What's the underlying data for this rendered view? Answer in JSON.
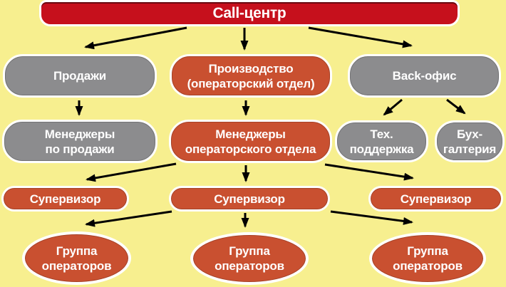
{
  "colors": {
    "background": "#f7ef8f",
    "red": "#c6101c",
    "orange": "#c95030",
    "gray": "#8c8c8e",
    "border": "#ffffff",
    "arrow": "#000000"
  },
  "nodes": {
    "call_center": {
      "lines": [
        "Call-центр"
      ]
    },
    "sales": {
      "lines": [
        "Продажи"
      ]
    },
    "production": {
      "lines": [
        "Производство",
        "(операторский отдел)"
      ]
    },
    "back_office": {
      "lines": [
        "Back-офис"
      ]
    },
    "sales_managers": {
      "lines": [
        "Менеджеры",
        "по продажи"
      ]
    },
    "op_managers": {
      "lines": [
        "Менеджеры",
        "операторского отдела"
      ]
    },
    "tech_support": {
      "lines": [
        "Тех.",
        "поддержка"
      ]
    },
    "accounting": {
      "lines": [
        "Бух-",
        "галтерия"
      ]
    },
    "supervisor_left": {
      "lines": [
        "Супервизор"
      ]
    },
    "supervisor_center": {
      "lines": [
        "Супервизор"
      ]
    },
    "supervisor_right": {
      "lines": [
        "Супервизор"
      ]
    },
    "operators_group_left": {
      "lines": [
        "Группа",
        "операторов"
      ]
    },
    "operators_group_center": {
      "lines": [
        "Группа",
        "операторов"
      ]
    },
    "operators_group_right": {
      "lines": [
        "Группа",
        "операторов"
      ]
    }
  },
  "edges": [
    {
      "from": "call_center",
      "to": "sales"
    },
    {
      "from": "call_center",
      "to": "production"
    },
    {
      "from": "call_center",
      "to": "back_office"
    },
    {
      "from": "sales",
      "to": "sales_managers"
    },
    {
      "from": "production",
      "to": "op_managers"
    },
    {
      "from": "back_office",
      "to": "tech_support"
    },
    {
      "from": "back_office",
      "to": "accounting"
    },
    {
      "from": "op_managers",
      "to": "supervisor_left"
    },
    {
      "from": "op_managers",
      "to": "supervisor_center"
    },
    {
      "from": "op_managers",
      "to": "supervisor_right"
    },
    {
      "from": "supervisor_center",
      "to": "operators_group_left"
    },
    {
      "from": "supervisor_center",
      "to": "operators_group_center"
    },
    {
      "from": "supervisor_center",
      "to": "operators_group_right"
    }
  ]
}
